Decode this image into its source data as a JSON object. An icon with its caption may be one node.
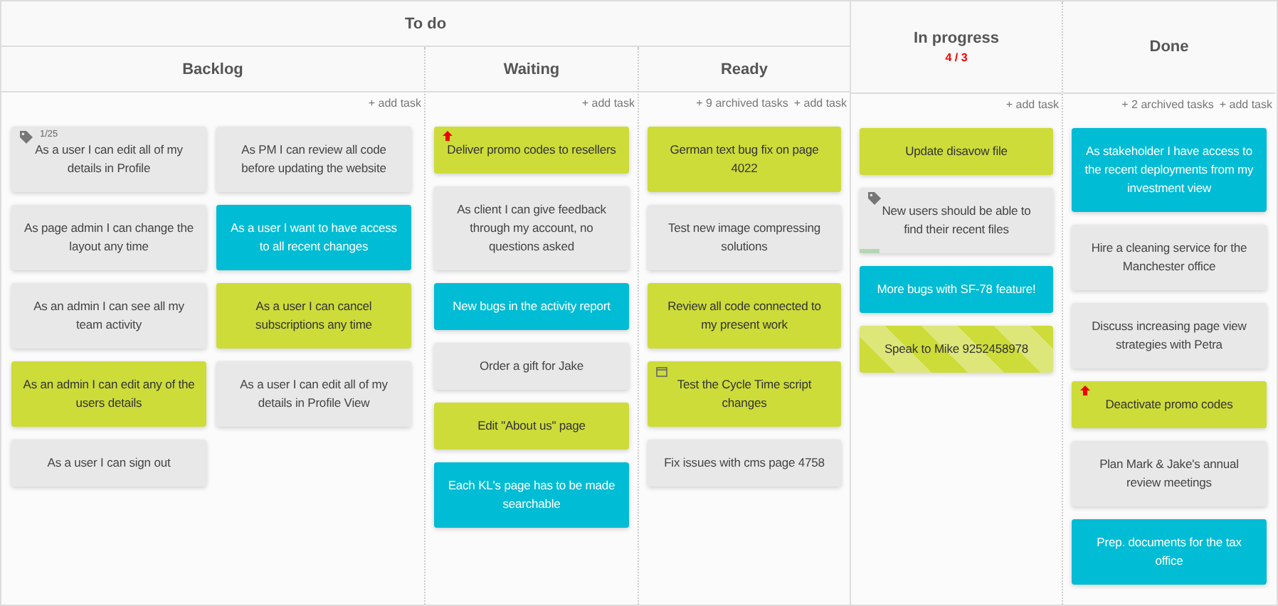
{
  "diagram": {
    "nodes": [
      {
        "text": [
          "To do"
        ]
      },
      {
        "text": [
          "Backlog",
          "+ add task"
        ],
        "in": 0
      },
      {
        "text": [
          "Waiting",
          "+ add task"
        ],
        "in": 0
      },
      {
        "text": [
          "Ready",
          "+ 9 archived tasks",
          "+ add task"
        ],
        "in": 0
      },
      {
        "text": [
          "In progress",
          "4 / 3",
          "+ add task"
        ]
      },
      {
        "text": [
          "Done",
          "+ 2 archived tasks",
          "+ add task"
        ]
      },
      {
        "text": [
          "1/25",
          "As a user I can edit all of my details in Profile"
        ],
        "in": 1
      },
      {
        "text": [
          "As PM I can review all code before updating the website"
        ],
        "in": 1
      },
      {
        "text": [
          "As page admin I can change the layout any time"
        ],
        "in": 1
      },
      {
        "text": [
          "As a user I want to have access to all recent changes"
        ],
        "in": 1
      },
      {
        "text": [
          "As an admin I can see all my team activity"
        ],
        "in": 1
      },
      {
        "text": [
          "As a user I can cancel subscriptions any time"
        ],
        "in": 1
      },
      {
        "text": [
          "As an admin I can edit any of the users details"
        ],
        "in": 1
      },
      {
        "text": [
          "As a user I can edit all of my details in Profile View"
        ],
        "in": 1
      },
      {
        "text": [
          "As a user I can sign out"
        ],
        "in": 1
      },
      {
        "text": [
          "Deliver promo codes to resellers"
        ],
        "in": 2
      },
      {
        "text": [
          "As client I can give feedback through my account, no questions asked"
        ],
        "in": 2
      },
      {
        "text": [
          "New bugs in the activity report"
        ],
        "in": 2
      },
      {
        "text": [
          "Order a gift for Jake"
        ],
        "in": 2
      },
      {
        "text": [
          "Edit \"About us\" page"
        ],
        "in": 2
      },
      {
        "text": [
          "Each KL's page has to be made searchable"
        ],
        "in": 2
      },
      {
        "text": [
          "German text bug fix on page 4022"
        ],
        "in": 3
      },
      {
        "text": [
          "Test new image compressing solutions"
        ],
        "in": 3
      },
      {
        "text": [
          "Review all code connected to my present work"
        ],
        "in": 3
      },
      {
        "text": [
          "Test the Cycle Time script changes"
        ],
        "in": 3
      },
      {
        "text": [
          "Fix issues with cms page 4758"
        ],
        "in": 3
      },
      {
        "text": [
          "Update disavow file"
        ],
        "in": 4
      },
      {
        "text": [
          "New users should be able to find their recent files"
        ],
        "in": 4
      },
      {
        "text": [
          "More bugs with SF-78 feature!"
        ],
        "in": 4
      },
      {
        "text": [
          "Speak to Mike 9252458978"
        ],
        "in": 4
      },
      {
        "text": [
          "As stakeholder I have access to the recent deployments from my investment view"
        ],
        "in": 5
      },
      {
        "text": [
          "Hire a cleaning service for the Manchester office"
        ],
        "in": 5
      },
      {
        "text": [
          "Discuss increasing page view strategies with Petra"
        ],
        "in": 5
      },
      {
        "text": [
          "Deactivate promo codes"
        ],
        "in": 5
      },
      {
        "text": [
          "Plan Mark & Jake's annual review meetings"
        ],
        "in": 5
      },
      {
        "text": [
          "Prep. documents for the tax office"
        ],
        "in": 5
      }
    ],
    "edges": []
  }
}
